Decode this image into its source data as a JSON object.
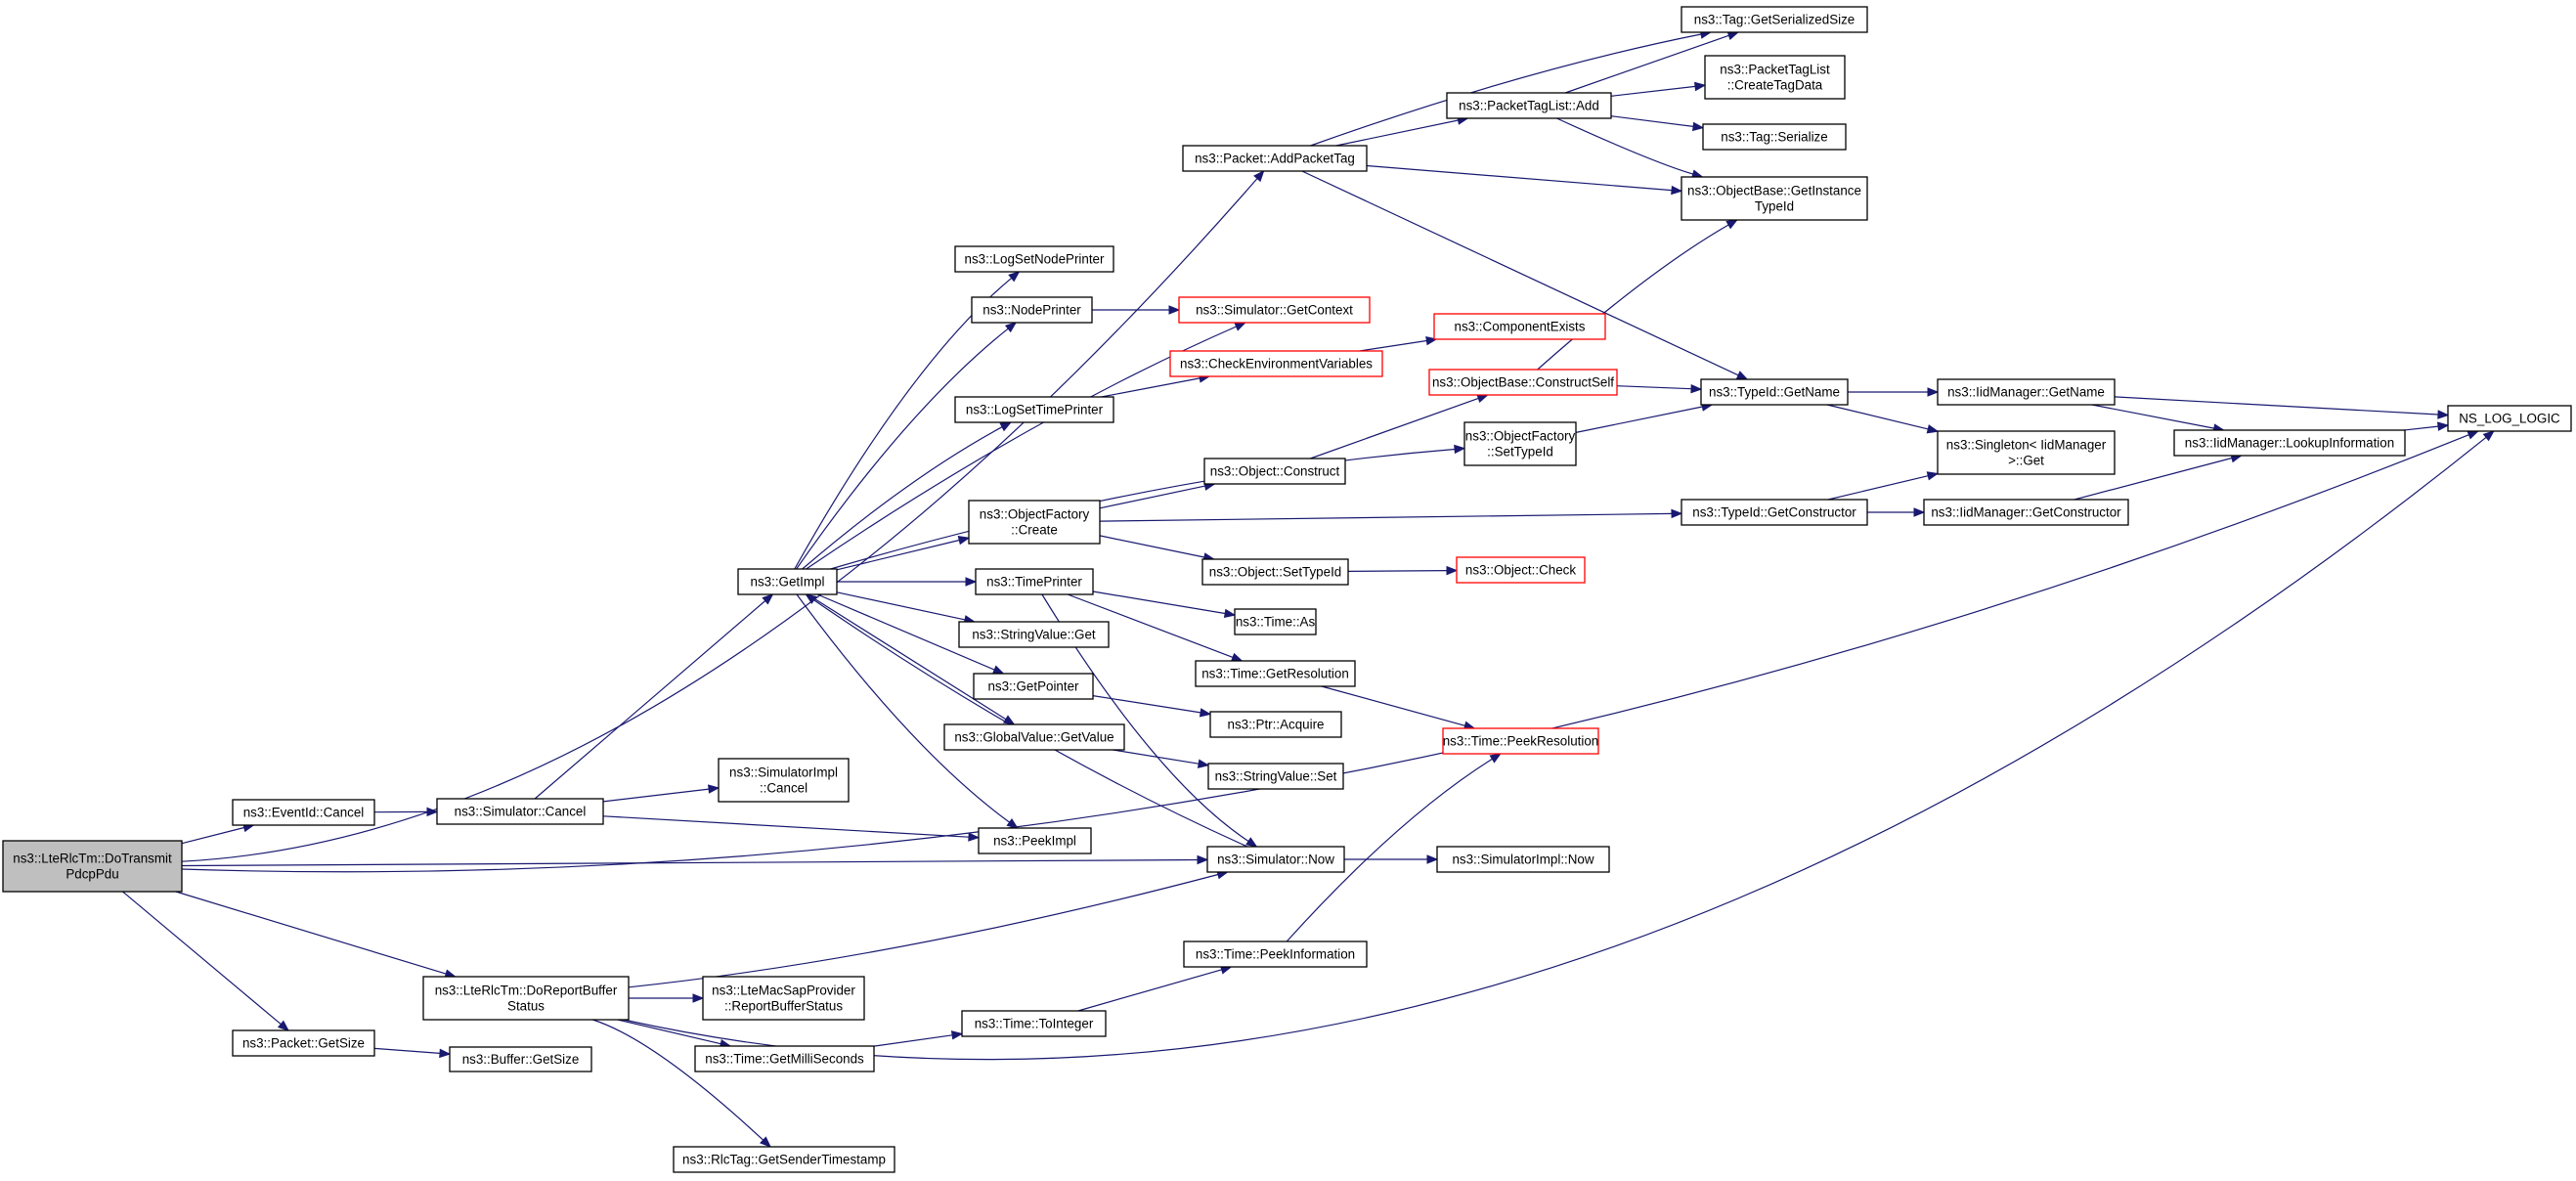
{
  "colors": {
    "edge": "#191970",
    "node_border": "#000000",
    "node_border_truncated": "#ff0000",
    "node_fill": "#ffffff",
    "focus_fill": "#bfbfbf",
    "text": "#000000"
  },
  "nodes": {
    "root": {
      "lines": [
        "ns3::LteRlcTm::DoTransmit",
        "PdcpPdu"
      ],
      "focus": true
    },
    "eventid_cancel": {
      "lines": [
        "ns3::EventId::Cancel"
      ]
    },
    "packet_getsize": {
      "lines": [
        "ns3::Packet::GetSize"
      ]
    },
    "do_report": {
      "lines": [
        "ns3::LteRlcTm::DoReportBuffer",
        "Status"
      ]
    },
    "buffer_getsize": {
      "lines": [
        "ns3::Buffer::GetSize"
      ]
    },
    "sim_cancel": {
      "lines": [
        "ns3::Simulator::Cancel"
      ]
    },
    "getimpl": {
      "lines": [
        "ns3::GetImpl"
      ]
    },
    "simimpl_cancel": {
      "lines": [
        "ns3::SimulatorImpl",
        "::Cancel"
      ]
    },
    "peekimpl": {
      "lines": [
        "ns3::PeekImpl"
      ]
    },
    "log_node_printer": {
      "lines": [
        "ns3::LogSetNodePrinter"
      ]
    },
    "node_printer": {
      "lines": [
        "ns3::NodePrinter"
      ]
    },
    "log_time_printer": {
      "lines": [
        "ns3::LogSetTimePrinter"
      ]
    },
    "of_create": {
      "lines": [
        "ns3::ObjectFactory",
        "::Create"
      ]
    },
    "time_printer": {
      "lines": [
        "ns3::TimePrinter"
      ]
    },
    "stringvalue_get": {
      "lines": [
        "ns3::StringValue::Get"
      ]
    },
    "get_pointer": {
      "lines": [
        "ns3::GetPointer"
      ]
    },
    "gv_getvalue": {
      "lines": [
        "ns3::GlobalValue::GetValue"
      ]
    },
    "lte_mac_sap": {
      "lines": [
        "ns3::LteMacSapProvider",
        "::ReportBufferStatus"
      ]
    },
    "time_getms": {
      "lines": [
        "ns3::Time::GetMilliSeconds"
      ]
    },
    "rlctag_get": {
      "lines": [
        "ns3::RlcTag::GetSenderTimestamp"
      ]
    },
    "packet_addtag": {
      "lines": [
        "ns3::Packet::AddPacketTag"
      ]
    },
    "sim_getcontext": {
      "lines": [
        "ns3::Simulator::GetContext"
      ],
      "truncated": true
    },
    "check_env": {
      "lines": [
        "ns3::CheckEnvironmentVariables"
      ],
      "truncated": true
    },
    "object_construct": {
      "lines": [
        "ns3::Object::Construct"
      ]
    },
    "object_settypeid": {
      "lines": [
        "ns3::Object::SetTypeId"
      ]
    },
    "time_as": {
      "lines": [
        "ns3::Time::As"
      ]
    },
    "time_getres": {
      "lines": [
        "ns3::Time::GetResolution"
      ]
    },
    "ptr_acquire": {
      "lines": [
        "ns3::Ptr::Acquire"
      ]
    },
    "stringvalue_set": {
      "lines": [
        "ns3::StringValue::Set"
      ]
    },
    "sim_now": {
      "lines": [
        "ns3::Simulator::Now"
      ]
    },
    "time_tointeger": {
      "lines": [
        "ns3::Time::ToInteger"
      ]
    },
    "time_peekinfo": {
      "lines": [
        "ns3::Time::PeekInformation"
      ]
    },
    "ptl_add": {
      "lines": [
        "ns3::PacketTagList::Add"
      ]
    },
    "component_exists": {
      "lines": [
        "ns3::ComponentExists"
      ],
      "truncated": true
    },
    "ob_constructself": {
      "lines": [
        "ns3::ObjectBase::ConstructSelf"
      ],
      "truncated": true
    },
    "of_settypeid": {
      "lines": [
        "ns3::ObjectFactory",
        "::SetTypeId"
      ]
    },
    "object_check": {
      "lines": [
        "ns3::Object::Check"
      ],
      "truncated": true
    },
    "time_peekres": {
      "lines": [
        "ns3::Time::PeekResolution"
      ],
      "truncated": true
    },
    "simimpl_now": {
      "lines": [
        "ns3::SimulatorImpl::Now"
      ]
    },
    "tag_getsersize": {
      "lines": [
        "ns3::Tag::GetSerializedSize"
      ]
    },
    "ptl_createtagdata": {
      "lines": [
        "ns3::PacketTagList",
        "::CreateTagData"
      ]
    },
    "tag_serialize": {
      "lines": [
        "ns3::Tag::Serialize"
      ]
    },
    "ob_getinstancetypeid": {
      "lines": [
        "ns3::ObjectBase::GetInstance",
        "TypeId"
      ]
    },
    "typeid_getname": {
      "lines": [
        "ns3::TypeId::GetName"
      ]
    },
    "typeid_getconstructor": {
      "lines": [
        "ns3::TypeId::GetConstructor"
      ]
    },
    "iid_getname": {
      "lines": [
        "ns3::IidManager::GetName"
      ]
    },
    "singleton_get": {
      "lines": [
        "ns3::Singleton< IidManager",
        " >::Get"
      ]
    },
    "iid_getconstructor": {
      "lines": [
        "ns3::IidManager::GetConstructor"
      ]
    },
    "iid_lookup": {
      "lines": [
        "ns3::IidManager::LookupInformation"
      ]
    },
    "ns_log_logic": {
      "lines": [
        "NS_LOG_LOGIC"
      ]
    }
  }
}
